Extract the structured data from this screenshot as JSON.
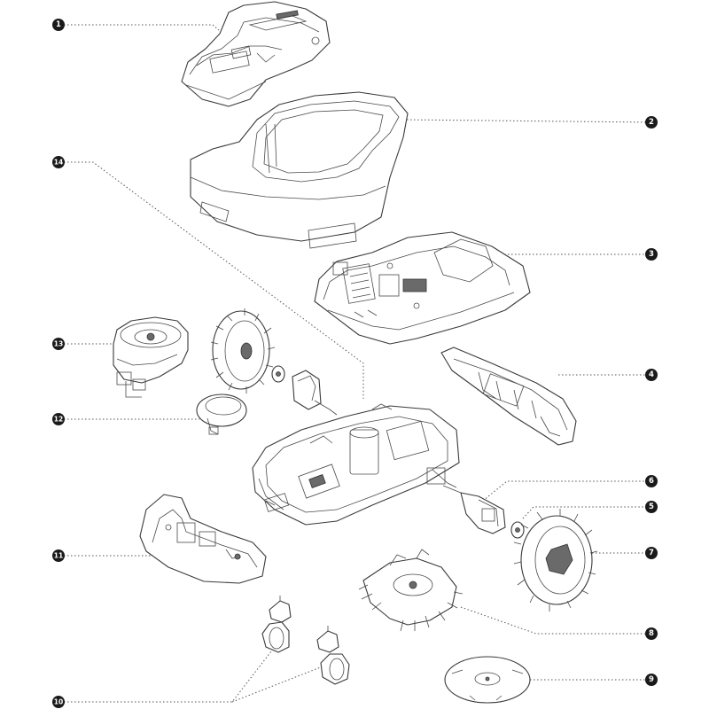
{
  "callouts": [
    {
      "id": "1",
      "label": "1"
    },
    {
      "id": "2",
      "label": "2"
    },
    {
      "id": "3",
      "label": "3"
    },
    {
      "id": "4",
      "label": "4"
    },
    {
      "id": "5",
      "label": "5"
    },
    {
      "id": "6",
      "label": "6"
    },
    {
      "id": "7",
      "label": "7"
    },
    {
      "id": "8",
      "label": "8"
    },
    {
      "id": "9",
      "label": "9"
    },
    {
      "id": "10",
      "label": "10"
    },
    {
      "id": "11",
      "label": "11"
    },
    {
      "id": "12",
      "label": "12"
    },
    {
      "id": "13",
      "label": "13"
    },
    {
      "id": "14",
      "label": "14"
    }
  ],
  "colors": {
    "line": "#3a3a3a",
    "callout_fill": "#1a1a1a",
    "callout_text": "#ffffff",
    "background": "#ffffff"
  }
}
